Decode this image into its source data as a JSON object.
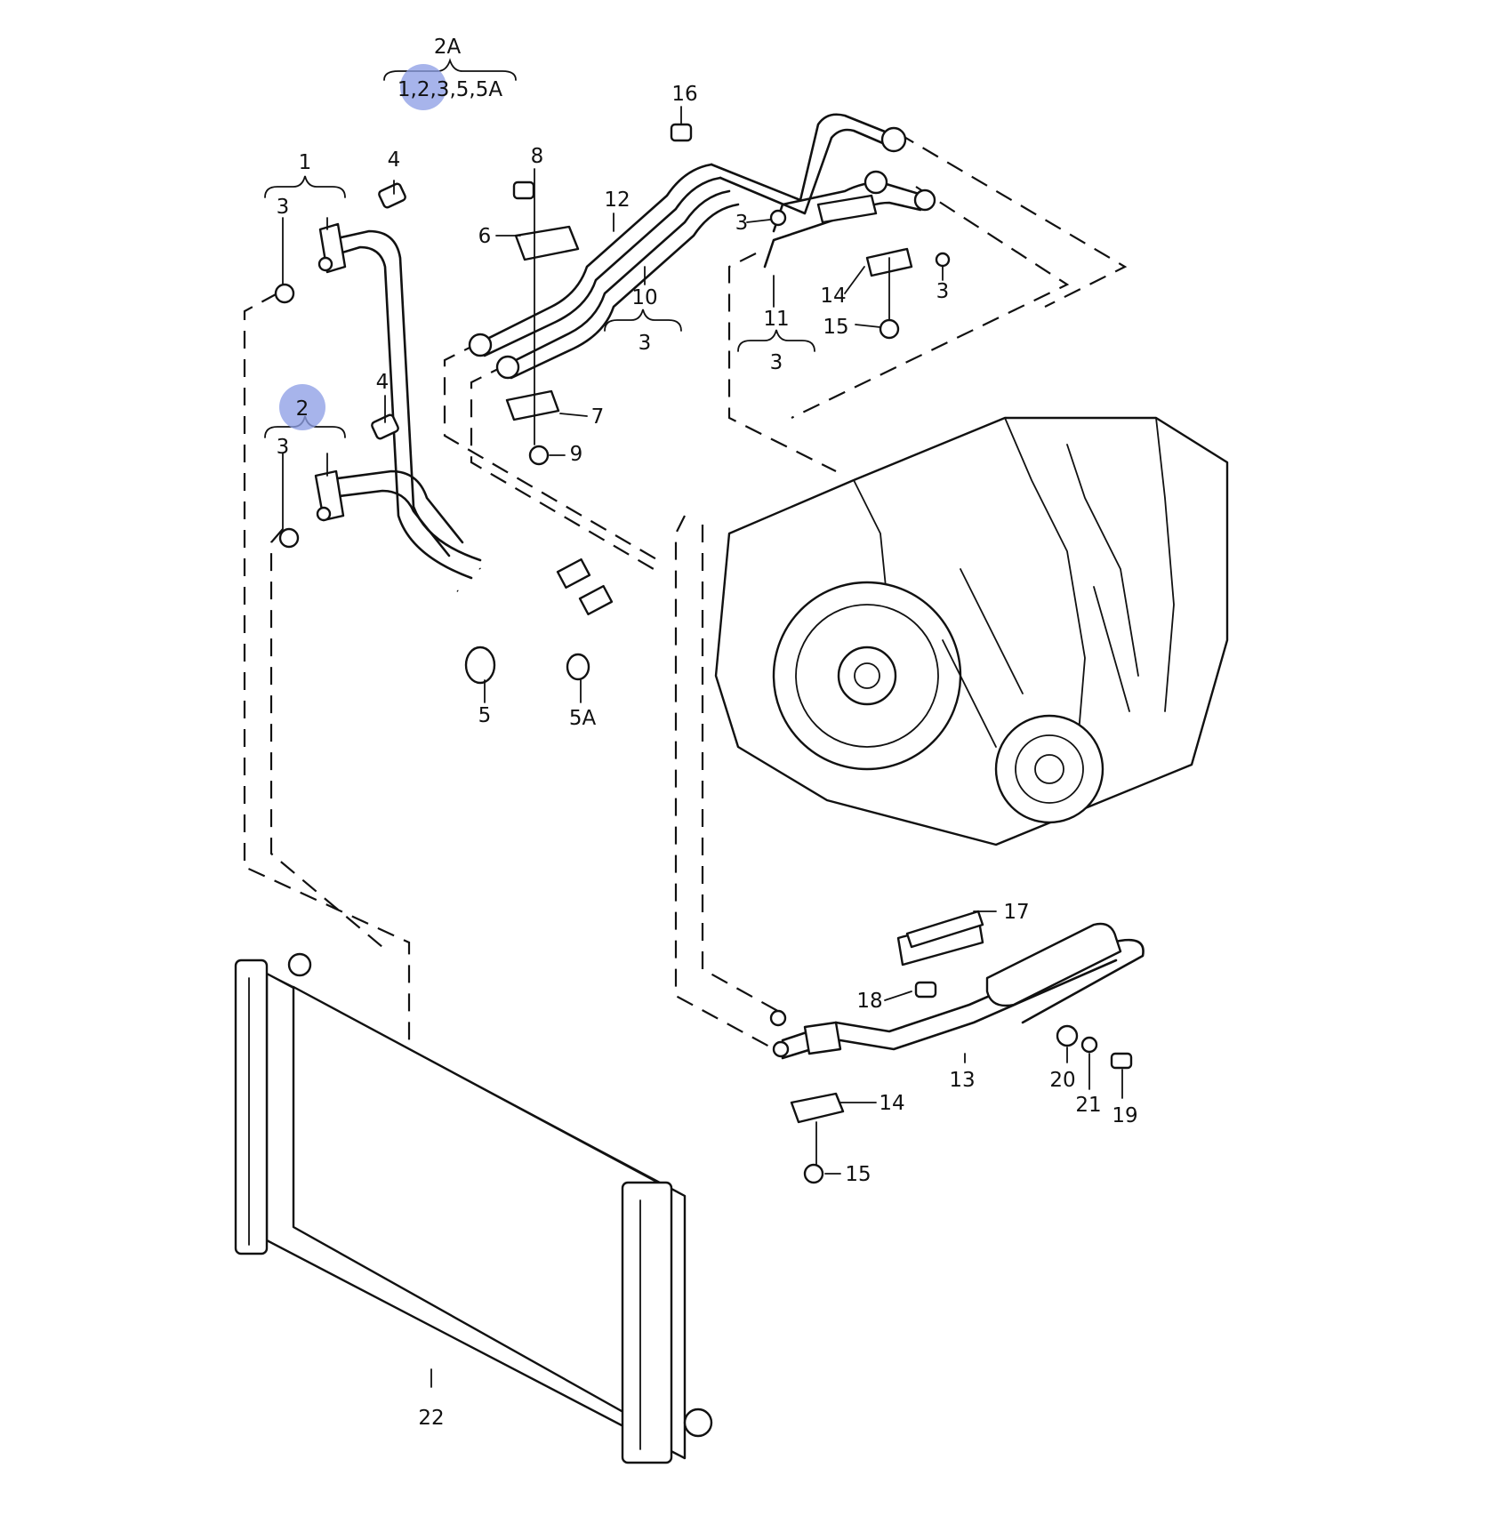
{
  "labels": {
    "l_2A": "2A",
    "l_2A_group": "1,2,3,5,5A",
    "l_1": "1",
    "l_1_3": "3",
    "l_4a": "4",
    "l_2": "2",
    "l_2_3": "3",
    "l_4b": "4",
    "l_5": "5",
    "l_5A": "5A",
    "l_8": "8",
    "l_6": "6",
    "l_12": "12",
    "l_10": "10",
    "l_10_3": "3",
    "l_7": "7",
    "l_9": "9",
    "l_16": "16",
    "l_3_top": "3",
    "l_14_top": "14",
    "l_3_right": "3",
    "l_15_top": "15",
    "l_11": "11",
    "l_11_3": "3",
    "l_17": "17",
    "l_18": "18",
    "l_13": "13",
    "l_20": "20",
    "l_21": "21",
    "l_19": "19",
    "l_14_bot": "14",
    "l_15_bot": "15",
    "l_22": "22"
  },
  "highlight_color": "#8e9fe6"
}
